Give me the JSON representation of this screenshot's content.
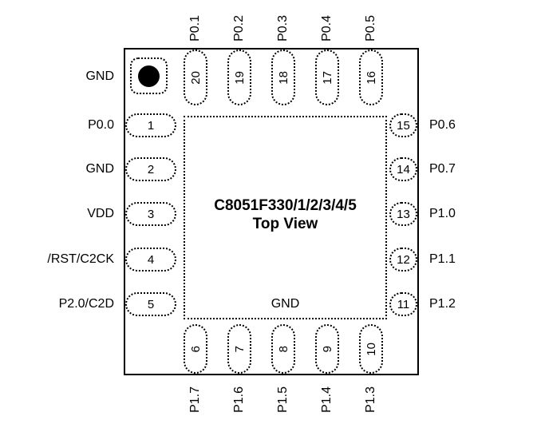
{
  "title": {
    "line1": "C8051F330/1/2/3/4/5",
    "line2": "Top View"
  },
  "pad_gnd": "GND",
  "corner_label": "GND",
  "colors": {
    "ink": "#000000",
    "background": "#ffffff"
  },
  "pins": {
    "left": [
      {
        "num": "1",
        "label": "P0.0"
      },
      {
        "num": "2",
        "label": "GND"
      },
      {
        "num": "3",
        "label": "VDD"
      },
      {
        "num": "4",
        "label": "/RST/C2CK"
      },
      {
        "num": "5",
        "label": "P2.0/C2D"
      }
    ],
    "right": [
      {
        "num": "15",
        "label": "P0.6"
      },
      {
        "num": "14",
        "label": "P0.7"
      },
      {
        "num": "13",
        "label": "P1.0"
      },
      {
        "num": "12",
        "label": "P1.1"
      },
      {
        "num": "11",
        "label": "P1.2"
      }
    ],
    "top": [
      {
        "num": "20",
        "label": "P0.1"
      },
      {
        "num": "19",
        "label": "P0.2"
      },
      {
        "num": "18",
        "label": "P0.3"
      },
      {
        "num": "17",
        "label": "P0.4"
      },
      {
        "num": "16",
        "label": "P0.5"
      }
    ],
    "bottom": [
      {
        "num": "6",
        "label": "P1.7"
      },
      {
        "num": "7",
        "label": "P1.6"
      },
      {
        "num": "8",
        "label": "P1.5"
      },
      {
        "num": "9",
        "label": "P1.4"
      },
      {
        "num": "10",
        "label": "P1.3"
      }
    ]
  }
}
